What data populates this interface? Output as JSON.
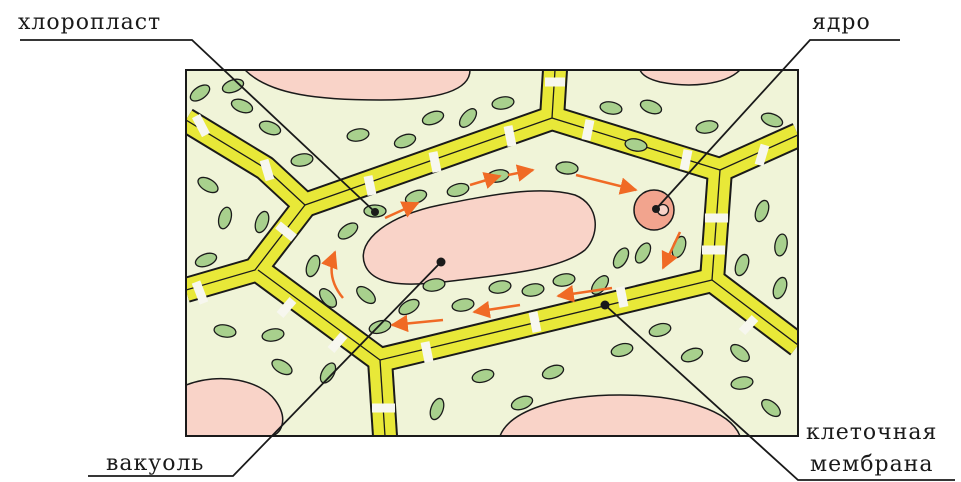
{
  "labels": {
    "chloroplast": "хлоропласт",
    "nucleus": "ядро",
    "vacuole": "вакуоль",
    "membrane_line1": "клеточная",
    "membrane_line2": "мембрана"
  },
  "colors": {
    "cytoplasm": "#f0f4d8",
    "wall": "#e8e838",
    "vacuole": "#f9d3c8",
    "chloroplast": "#a8d08d",
    "nucleus": "#f2a48e",
    "streaming_arrow": "#f06a25",
    "outline": "#1a1a1a"
  },
  "icons": {
    "streaming_arrows": "orange-arrow-icon",
    "pointer_dot": "leader-dot-icon"
  }
}
